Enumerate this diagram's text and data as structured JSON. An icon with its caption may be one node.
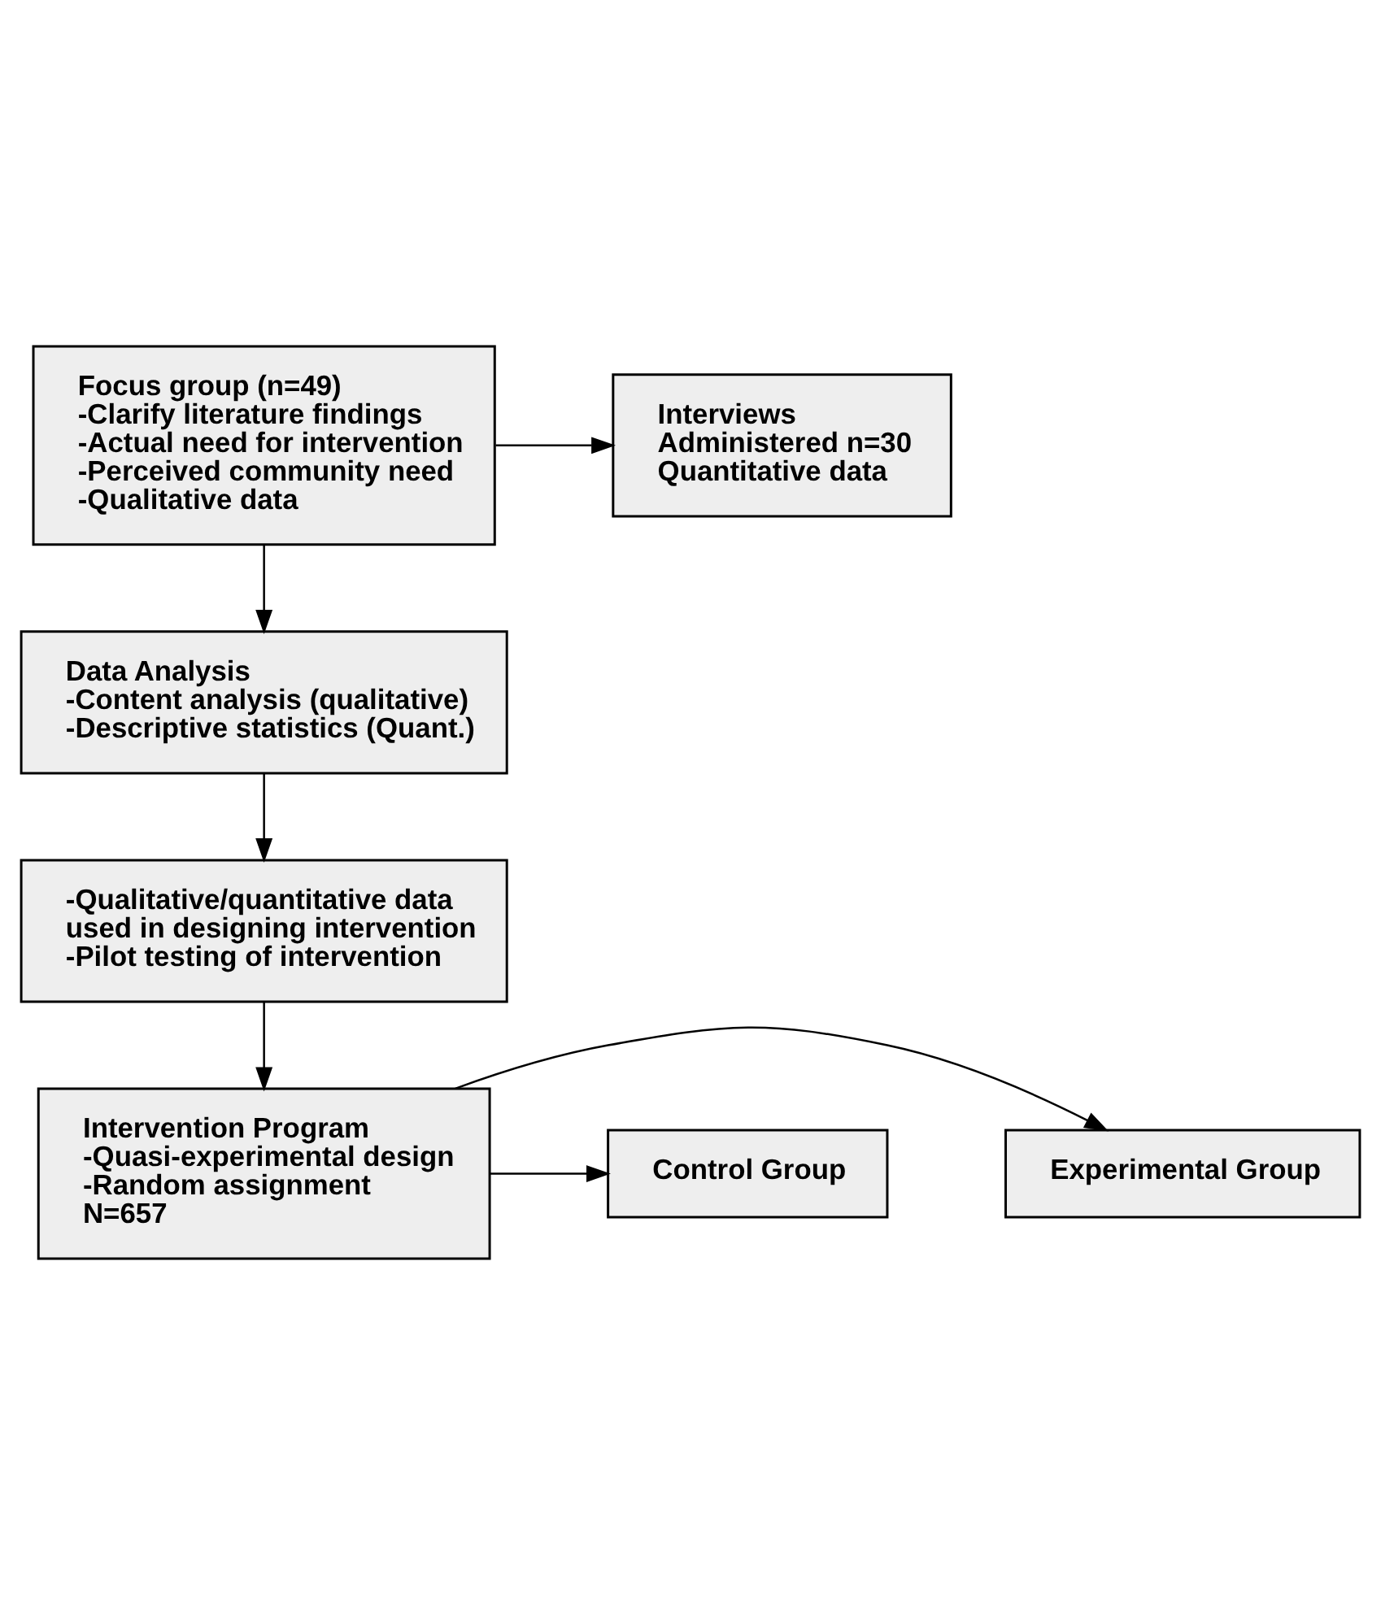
{
  "diagram": {
    "nodes": [
      {
        "text": [
          "Focus group (n=49)",
          "-Clarify literature findings",
          "-Actual need for intervention",
          "-Perceived community need",
          "-Qualitative data"
        ]
      },
      {
        "text": [
          "Interviews",
          "Administered n=30",
          "Quantitative data"
        ]
      },
      {
        "text": [
          "Data Analysis",
          "-Content analysis (qualitative)",
          "-Descriptive statistics (Quant.)"
        ]
      },
      {
        "text": [
          "-Qualitative/quantitative data used in designing intervention",
          "-Pilot testing of intervention"
        ]
      },
      {
        "text": [
          "Intervention Program",
          "-Quasi-experimental design",
          "-Random assignment",
          "N=657"
        ]
      },
      {
        "text": [
          "Experimental Group"
        ]
      },
      {
        "text": [
          "Control Group"
        ]
      }
    ],
    "edges": [
      {
        "from": 0,
        "to": 1,
        "arrow": "to"
      },
      {
        "from": 0,
        "to": 2,
        "arrow": "to"
      },
      {
        "from": 2,
        "to": 3,
        "arrow": "to"
      },
      {
        "from": 3,
        "to": 4,
        "arrow": "to"
      },
      {
        "from": 4,
        "to": 5,
        "arrow": "to"
      },
      {
        "from": 4,
        "to": 6,
        "arrow": "to"
      }
    ]
  }
}
